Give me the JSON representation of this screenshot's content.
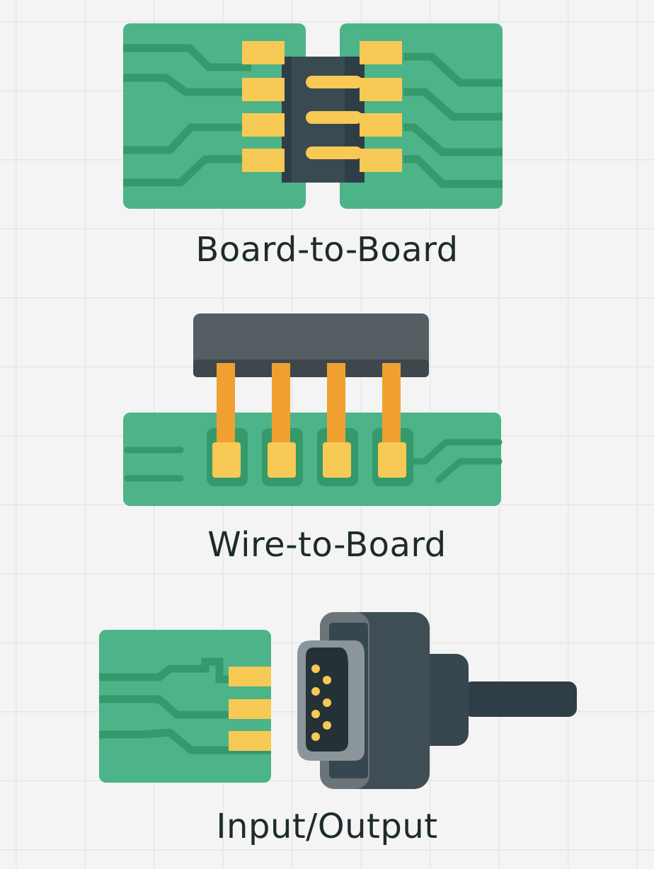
{
  "sections": [
    {
      "label": "Board-to-Board"
    },
    {
      "label": "Wire-to-Board"
    },
    {
      "label": "Input/Output"
    }
  ],
  "colors": {
    "pcb": "#4db388",
    "trace": "#36996b",
    "pad": "#f7c955",
    "connector_dark": "#37474f",
    "connector_gray": "#6b7479",
    "wire": "#f0a030",
    "text": "#1e2b2c"
  }
}
